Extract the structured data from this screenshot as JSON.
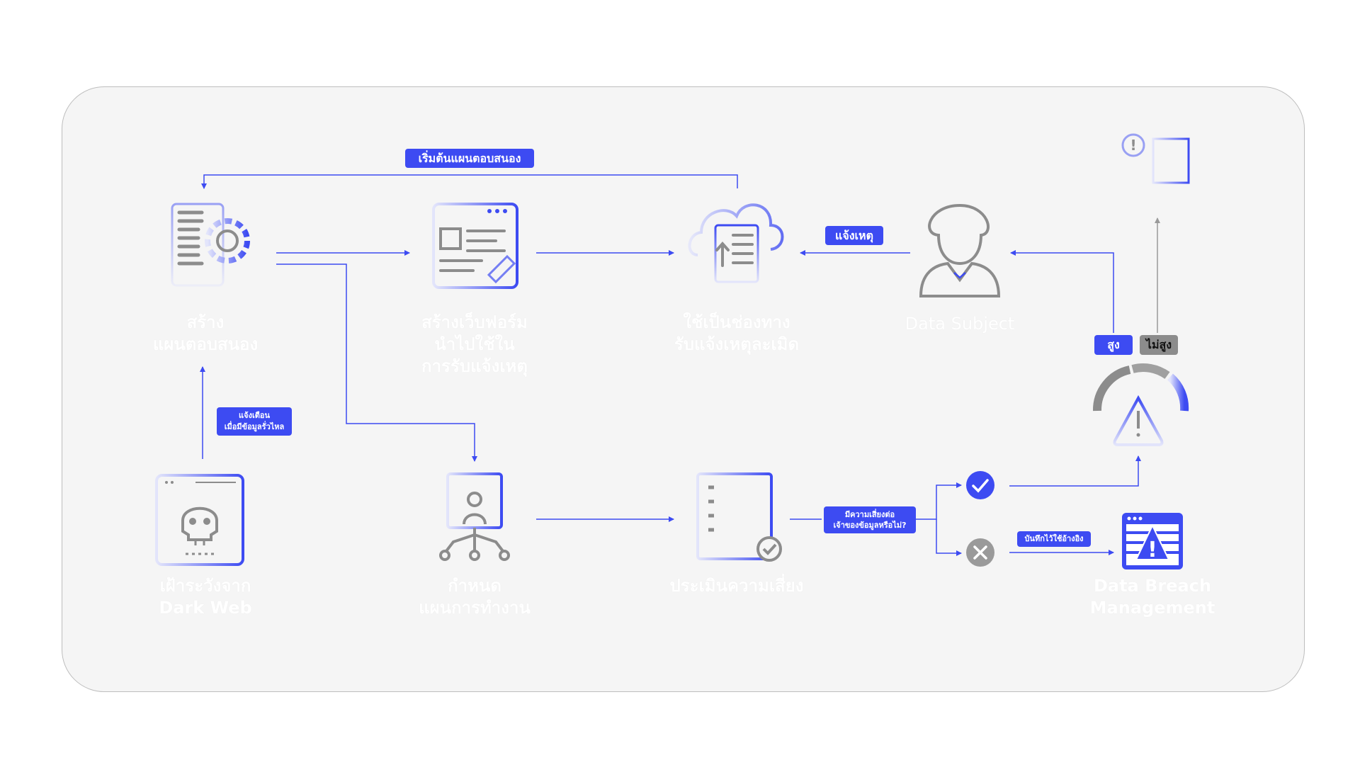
{
  "nodes": {
    "create_plan": [
      "สร้าง",
      "แผนตอบสนอง"
    ],
    "web_form": [
      "สร้างเว็บฟอร์ม",
      "นำไปใช้ใน",
      "การรับแจ้งเหตุ"
    ],
    "channel": [
      "ใช้เป็นช่องทาง",
      "รับแจ้งเหตุละเมิด"
    ],
    "data_subject": [
      "Data Subject"
    ],
    "dark_web": [
      "เฝ้าระวังจาก",
      "Dark Web"
    ],
    "assign_plan": [
      "กำหนด",
      "แผนการทำงาน"
    ],
    "risk_assess": [
      "ประเมินความเสี่ยง"
    ],
    "breach_mgmt": [
      "Data Breach",
      "Management"
    ]
  },
  "tags": {
    "start_plan": "เริ่มต้นแผนตอบสนอง",
    "report": "แจ้งเหตุ",
    "alert": [
      "แจ้งเตือน",
      "เมื่อมีข้อมูลรั่วไหล"
    ],
    "risk_question": [
      "มีความเสี่ยงต่อ",
      "เจ้าของข้อมูลหรือไม่?"
    ],
    "record": "บันทึกไว้ใช้อ้างอิง",
    "high": "สูง",
    "not_high": "ไม่สูง"
  },
  "colors": {
    "accent": "#3d4bf2",
    "grey": "#8c8c8c",
    "frame": "#f5f5f5"
  }
}
